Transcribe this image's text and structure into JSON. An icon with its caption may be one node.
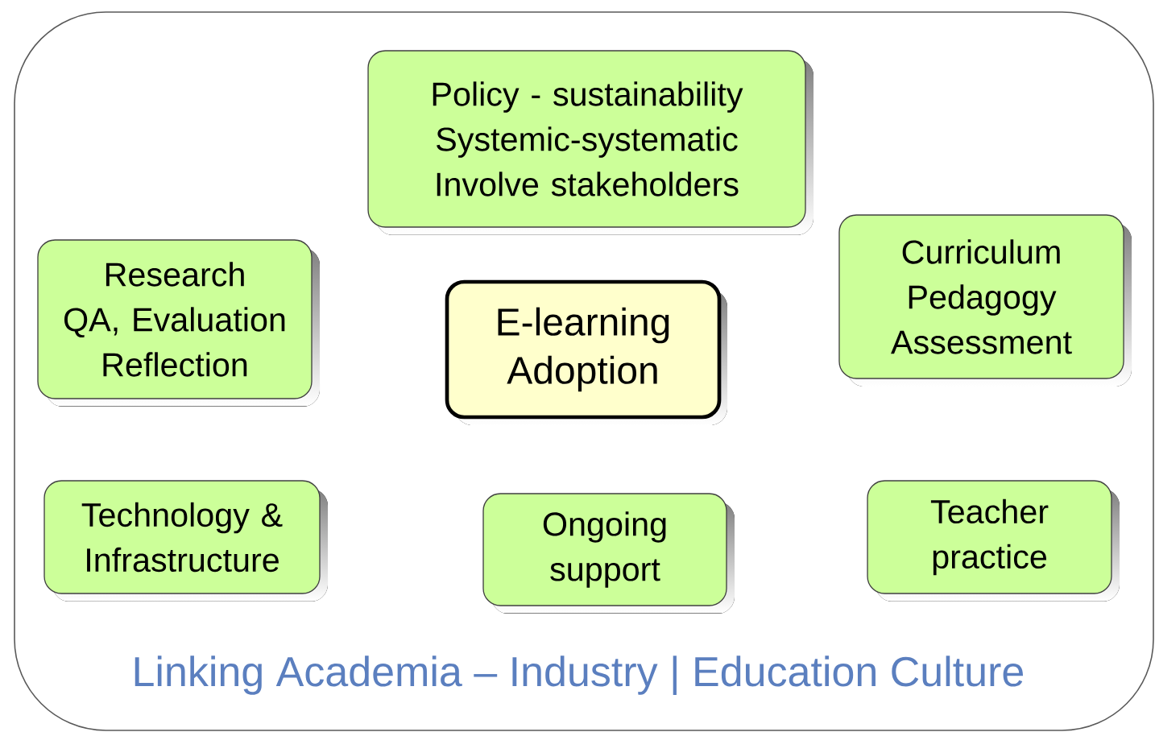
{
  "diagram": {
    "nodes": [
      {
        "text": [
          "Linking Academia – Industry | Education Culture"
        ]
      },
      {
        "text": [
          "Policy - sustainability",
          "Systemic-systematic",
          "Involve stakeholders"
        ],
        "in": 0
      },
      {
        "text": [
          "Research",
          "QA, Evaluation",
          "Reflection"
        ],
        "in": 0
      },
      {
        "text": [
          "E-learning Adoption"
        ],
        "in": 0
      },
      {
        "text": [
          "Curriculum",
          "Pedagogy",
          "Assessment"
        ],
        "in": 0
      },
      {
        "text": [
          "Technology & Infrastructure"
        ],
        "in": 0
      },
      {
        "text": [
          "Ongoing support"
        ],
        "in": 0
      },
      {
        "text": [
          "Teacher practice"
        ],
        "in": 0
      }
    ]
  }
}
